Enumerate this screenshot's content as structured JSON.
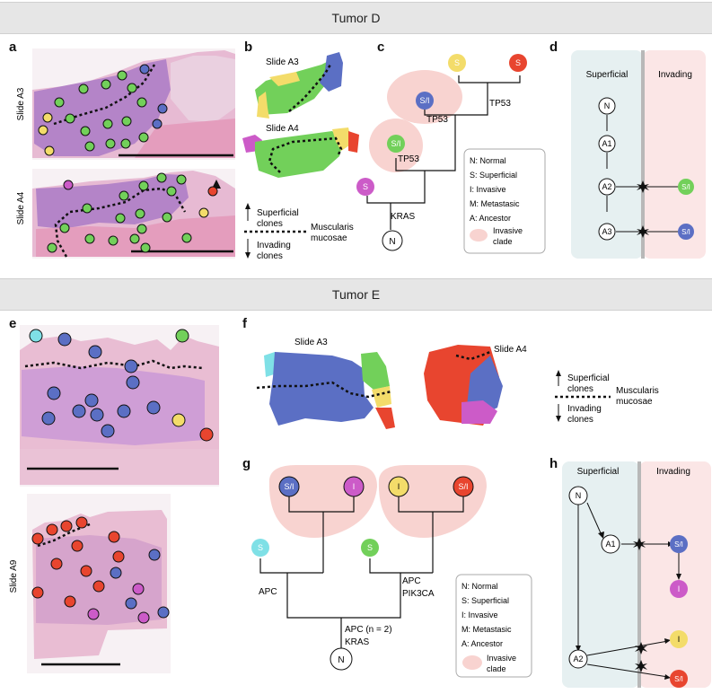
{
  "banners": {
    "top": "Tumor D",
    "bottom": "Tumor E"
  },
  "panel_letters": [
    "a",
    "b",
    "c",
    "d",
    "e",
    "f",
    "g",
    "h"
  ],
  "panel_a": {
    "slide_a3": "Slide A3",
    "slide_a4": "Slide A4"
  },
  "panel_b": {
    "slide_a3": "Slide A3",
    "slide_a4": "Slide A4",
    "legend_superficial": [
      "Superficial",
      "clones"
    ],
    "legend_muscularis": [
      "Muscularis",
      "mucosae"
    ],
    "legend_invading": [
      "Invading",
      "clones"
    ]
  },
  "panel_c": {
    "nodes": {
      "s_yellow": "S",
      "s_red": "S",
      "si_blue": "S/I",
      "si_green": "S/I",
      "s_pink": "S",
      "n": "N"
    },
    "mutations": {
      "tp53_right": "TP53",
      "tp53_blue": "TP53",
      "tp53_green": "TP53",
      "kras": "KRAS"
    },
    "legend": [
      "N: Normal",
      "S: Superficial",
      "I: Invasive",
      "M: Metastasic",
      "A: Ancestor"
    ],
    "legend_clade": [
      "Invasive",
      "clade"
    ]
  },
  "panel_d": {
    "superficial": "Superficial",
    "invading": "Invading",
    "nodes": {
      "n": "N",
      "a1": "A1",
      "a2": "A2",
      "a3": "A3",
      "si_green": "S/I",
      "si_blue": "S/I"
    }
  },
  "panel_e": {
    "slide_a9": "Slide A9"
  },
  "panel_f": {
    "slide_a3": "Slide A3",
    "slide_a4": "Slide A4",
    "legend_superficial": [
      "Superficial",
      "clones"
    ],
    "legend_muscularis": [
      "Muscularis",
      "mucosae"
    ],
    "legend_invading": [
      "Invading",
      "clones"
    ]
  },
  "panel_g": {
    "nodes": {
      "si_blue": "S/I",
      "i_pink": "I",
      "i_yellow": "I",
      "si_red": "S/I",
      "s_cyan": "S",
      "s_green": "S",
      "n": "N"
    },
    "mutations": {
      "apc_left": "APC",
      "apc_right": "APC",
      "pik3ca": "PIK3CA",
      "apc_n2": "APC (n = 2)",
      "kras": "KRAS"
    },
    "legend": [
      "N: Normal",
      "S: Superficial",
      "I: Invasive",
      "M: Metastasic",
      "A: Ancestor"
    ],
    "legend_clade": [
      "Invasive",
      "clade"
    ]
  },
  "panel_h": {
    "superficial": "Superficial",
    "invading": "Invading",
    "nodes": {
      "n": "N",
      "a1": "A1",
      "a2": "A2",
      "si_blue": "S/I",
      "i_pink": "I",
      "i_yellow": "I",
      "si_red": "S/I"
    }
  },
  "colors": {
    "blue": "#5b6fc4",
    "green": "#72d05a",
    "yellow": "#f3dc6a",
    "red": "#e8452f",
    "pink": "#cc5bc8",
    "cyan": "#7fe0e6",
    "clade": "#f8d3d0",
    "superficial_bg": "#e6f0f1",
    "invading_bg": "#fbe6e6",
    "tissue": "#dca0c2"
  }
}
